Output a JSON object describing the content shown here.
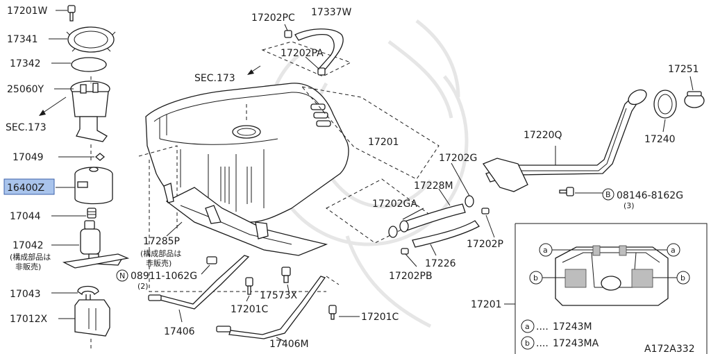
{
  "labels": {
    "p17201W": "17201W",
    "p17341": "17341",
    "p17342": "17342",
    "p25060Y": "25060Y",
    "sec173_left": "SEC.173",
    "p17049": "17049",
    "p16400Z": "16400Z",
    "p17044": "17044",
    "p17042": "17042",
    "p17042_note1": "(構成部品は",
    "p17042_note2": "非販売)",
    "p17043": "17043",
    "p17012X": "17012X",
    "p17202PC": "17202PC",
    "p17337W": "17337W",
    "p17202PA": "17202PA",
    "sec173_mid": "SEC.173",
    "p17201": "17201",
    "p17251": "17251",
    "p17220Q": "17220Q",
    "p17240": "17240",
    "p17202G": "17202G",
    "p17228M": "17228M",
    "p17202GA": "17202GA",
    "bolt_mark": "B",
    "bolt_part": "08146-8162G",
    "bolt_qty": "(3)",
    "p17285P": "17285P",
    "p17285P_note1": "(構成部品は",
    "p17285P_note2": "非販売)",
    "nut_mark": "N",
    "nut_part": "08911-1062G",
    "nut_qty": "(2)",
    "p17226": "17226",
    "p17202P": "17202P",
    "p17202PB": "17202PB",
    "p17573X": "17573X",
    "p17201C_a": "17201C",
    "p17201C_b": "17201C",
    "p17406": "17406",
    "p17406M": "17406M",
    "inset_label": "17201",
    "mark_a": "a",
    "mark_b": "b",
    "legend_a": "17243M",
    "legend_b": "17243MA",
    "legend_dots": "....",
    "diagram_code": "A172A332"
  },
  "highlight_color": "#a9c4ec",
  "line_color": "#1a1a1a"
}
